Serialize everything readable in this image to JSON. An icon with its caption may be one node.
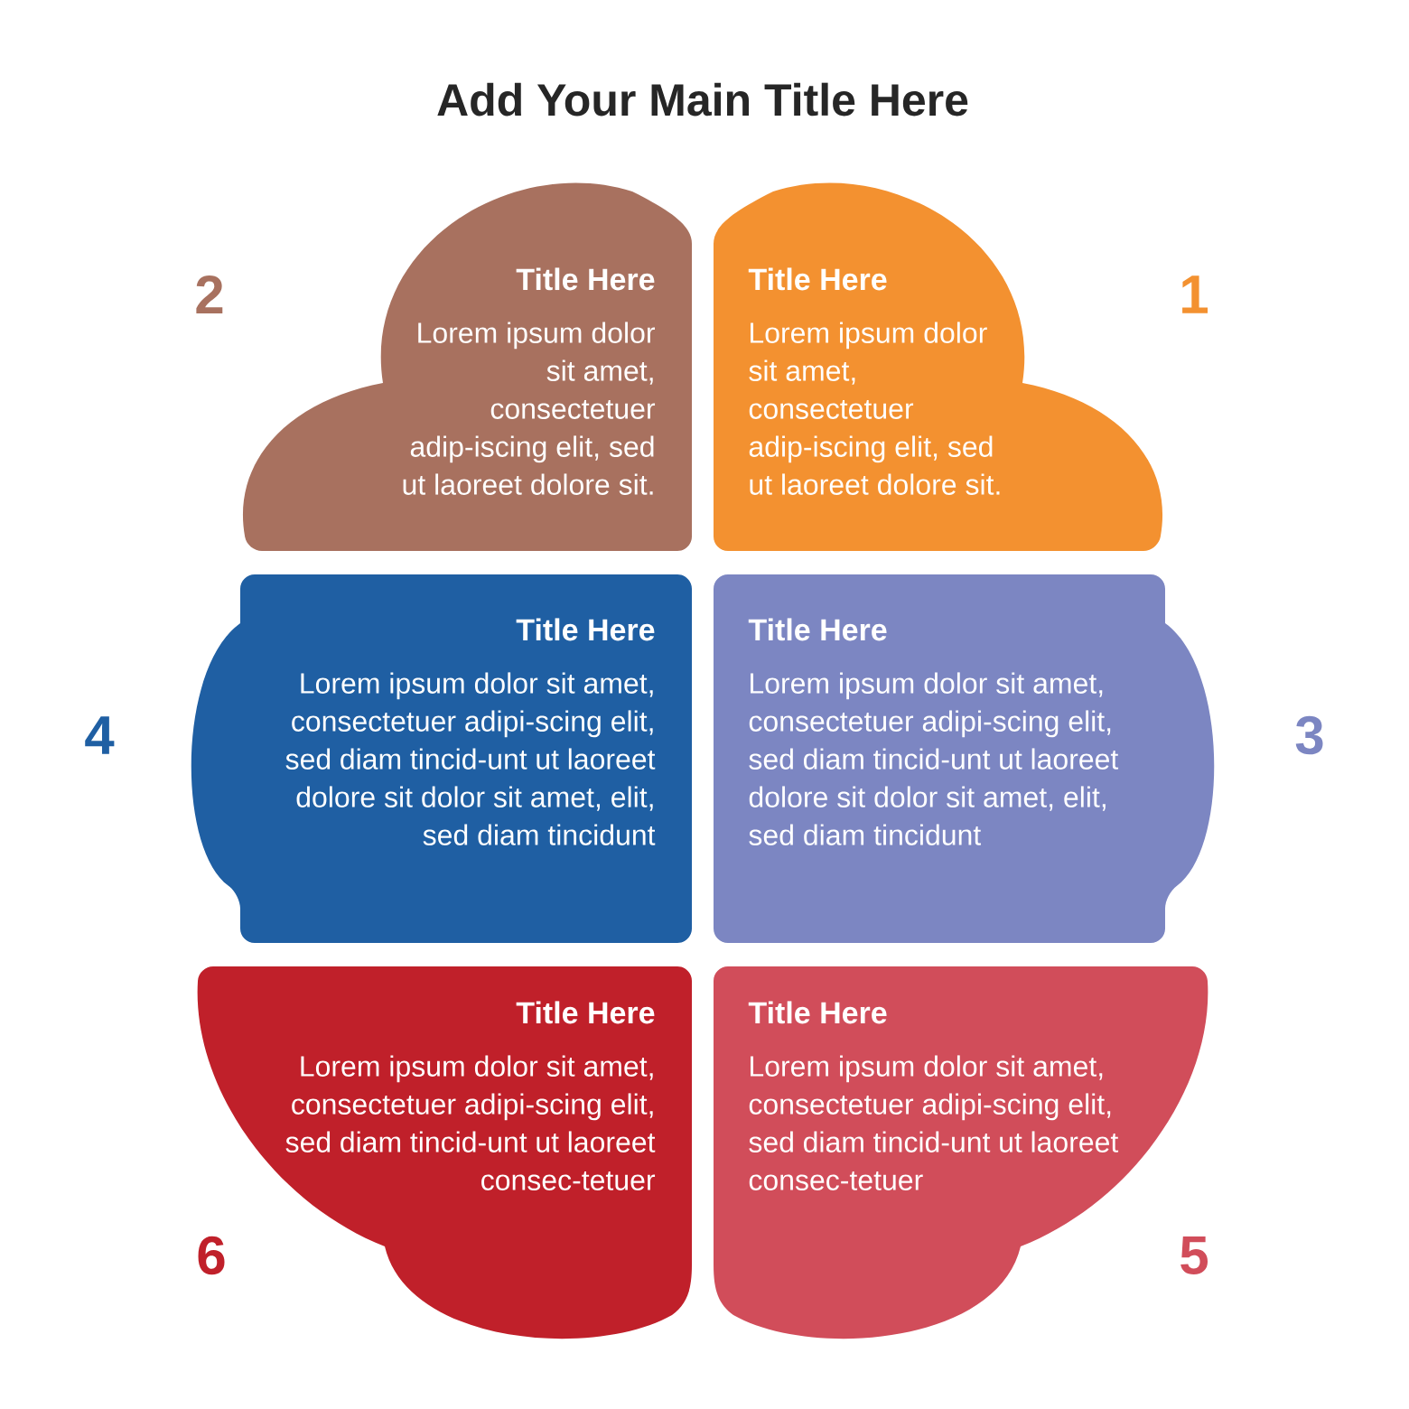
{
  "diagram": {
    "title": "Add Your Main Title Here",
    "nodes": [
      {
        "text": [
          "Title Here",
          "Lorem ipsum dolor sit amet, consectetuer adip-iscing elit, sed ut laoreet dolore sit."
        ],
        "beside": [
          "2"
        ]
      },
      {
        "text": [
          "Title Here",
          "Lorem ipsum dolor sit amet, consectetuer adip-iscing elit, sed ut laoreet dolore sit."
        ],
        "beside": [
          "1"
        ]
      },
      {
        "text": [
          "Title Here",
          "Lorem ipsum dolor sit amet, consectetuer adipi-scing elit, sed diam tincid-unt ut laoreet dolore sit dolor sit amet, elit, sed diam tincidunt"
        ],
        "beside": [
          "4"
        ]
      },
      {
        "text": [
          "Title Here",
          "Lorem ipsum dolor sit amet, consectetuer adipi-scing elit, sed diam tincid-unt ut laoreet dolore sit dolor sit amet, elit, sed diam tincidunt"
        ],
        "beside": [
          "3"
        ]
      },
      {
        "text": [
          "Title Here",
          "Lorem ipsum dolor sit amet, consectetuer adipi-scing elit, sed diam tincid-unt ut laoreet consec-tetuer"
        ],
        "beside": [
          "6"
        ]
      },
      {
        "text": [
          "Title Here",
          "Lorem ipsum dolor sit amet, consectetuer adipi-scing elit, sed diam tincid-unt ut laoreet consec-tetuer"
        ],
        "beside": [
          "5"
        ]
      }
    ]
  }
}
